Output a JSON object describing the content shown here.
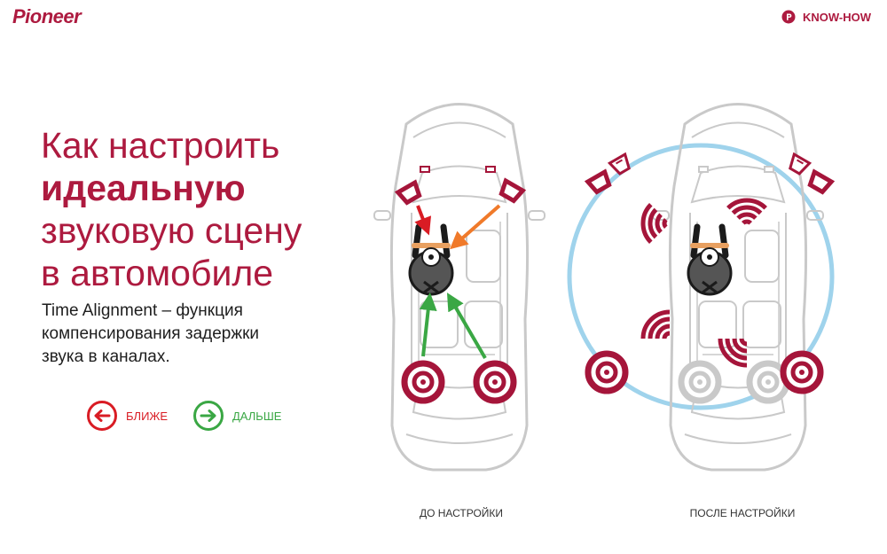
{
  "brand": {
    "logo_text": "Pioneer",
    "accent_color": "#ad1a3f"
  },
  "header": {
    "knowhow_label": "KNOW-HOW",
    "knowhow_icon": "bulb-icon"
  },
  "headline": {
    "line1": "Как настроить",
    "line2": "идеальную",
    "line3": "звуковую сцену",
    "line4": "в автомобиле"
  },
  "description": {
    "line1": "Time Alignment – функция",
    "line2": "компенсирования  задержки",
    "line3": "звука в каналах."
  },
  "legend": {
    "closer": {
      "label": "БЛИЖЕ",
      "color": "#d91c24",
      "icon": "arrow-left-icon"
    },
    "farther": {
      "label": "ДАЛЬШЕ",
      "color": "#3aa744",
      "icon": "arrow-right-icon"
    }
  },
  "captions": {
    "before": "ДО НАСТРОЙКИ",
    "after": "ПОСЛЕ НАСТРОЙКИ"
  },
  "colors": {
    "speaker": "#a5153a",
    "car_outline": "#c9c9c9",
    "arrow_red": "#d91c24",
    "arrow_orange": "#f07a2a",
    "arrow_green": "#3aa744",
    "sound_circle": "#9fd3ec"
  }
}
